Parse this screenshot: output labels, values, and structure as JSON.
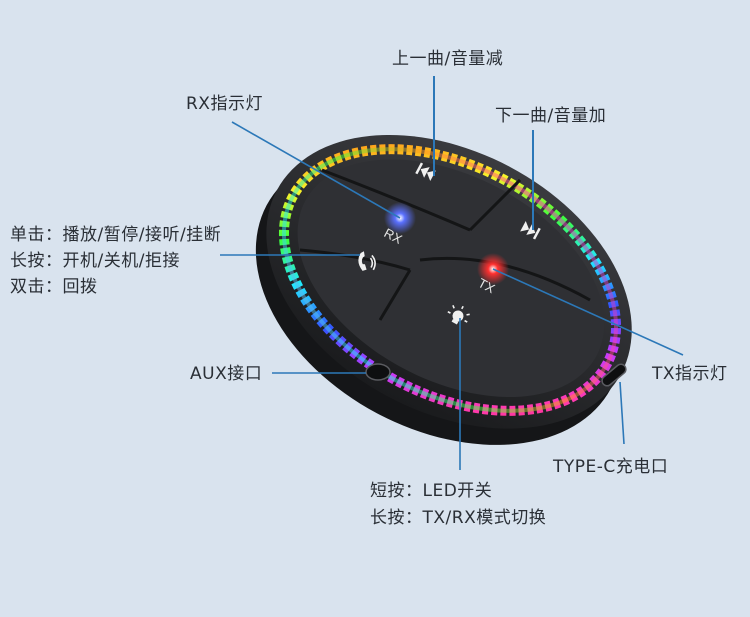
{
  "labels": {
    "prev_track": "上一曲/音量减",
    "next_track": "下一曲/音量加",
    "rx_indicator": "RX指示灯",
    "tx_indicator": "TX指示灯",
    "aux_port": "AUX接口",
    "typec_port": "TYPE-C充电口"
  },
  "call_button_notes": [
    "单击：播放/暂停/接听/挂断",
    "长按：开机/关机/拒接",
    "双击：回拨"
  ],
  "light_button_notes": [
    "短按：LED开关",
    "长按：TX/RX模式切换"
  ],
  "device": {
    "rx_mark": "RX",
    "tx_mark": "TX",
    "rx_led_color": "#3a56ff",
    "tx_led_color": "#ff2a2a",
    "body_color": "#2b2c2f",
    "leader_color": "#2c78b8",
    "background_color": "#d9e3ee"
  },
  "icons": [
    "prev-track-icon",
    "next-track-icon",
    "phone-icon",
    "light-bulb-icon"
  ]
}
